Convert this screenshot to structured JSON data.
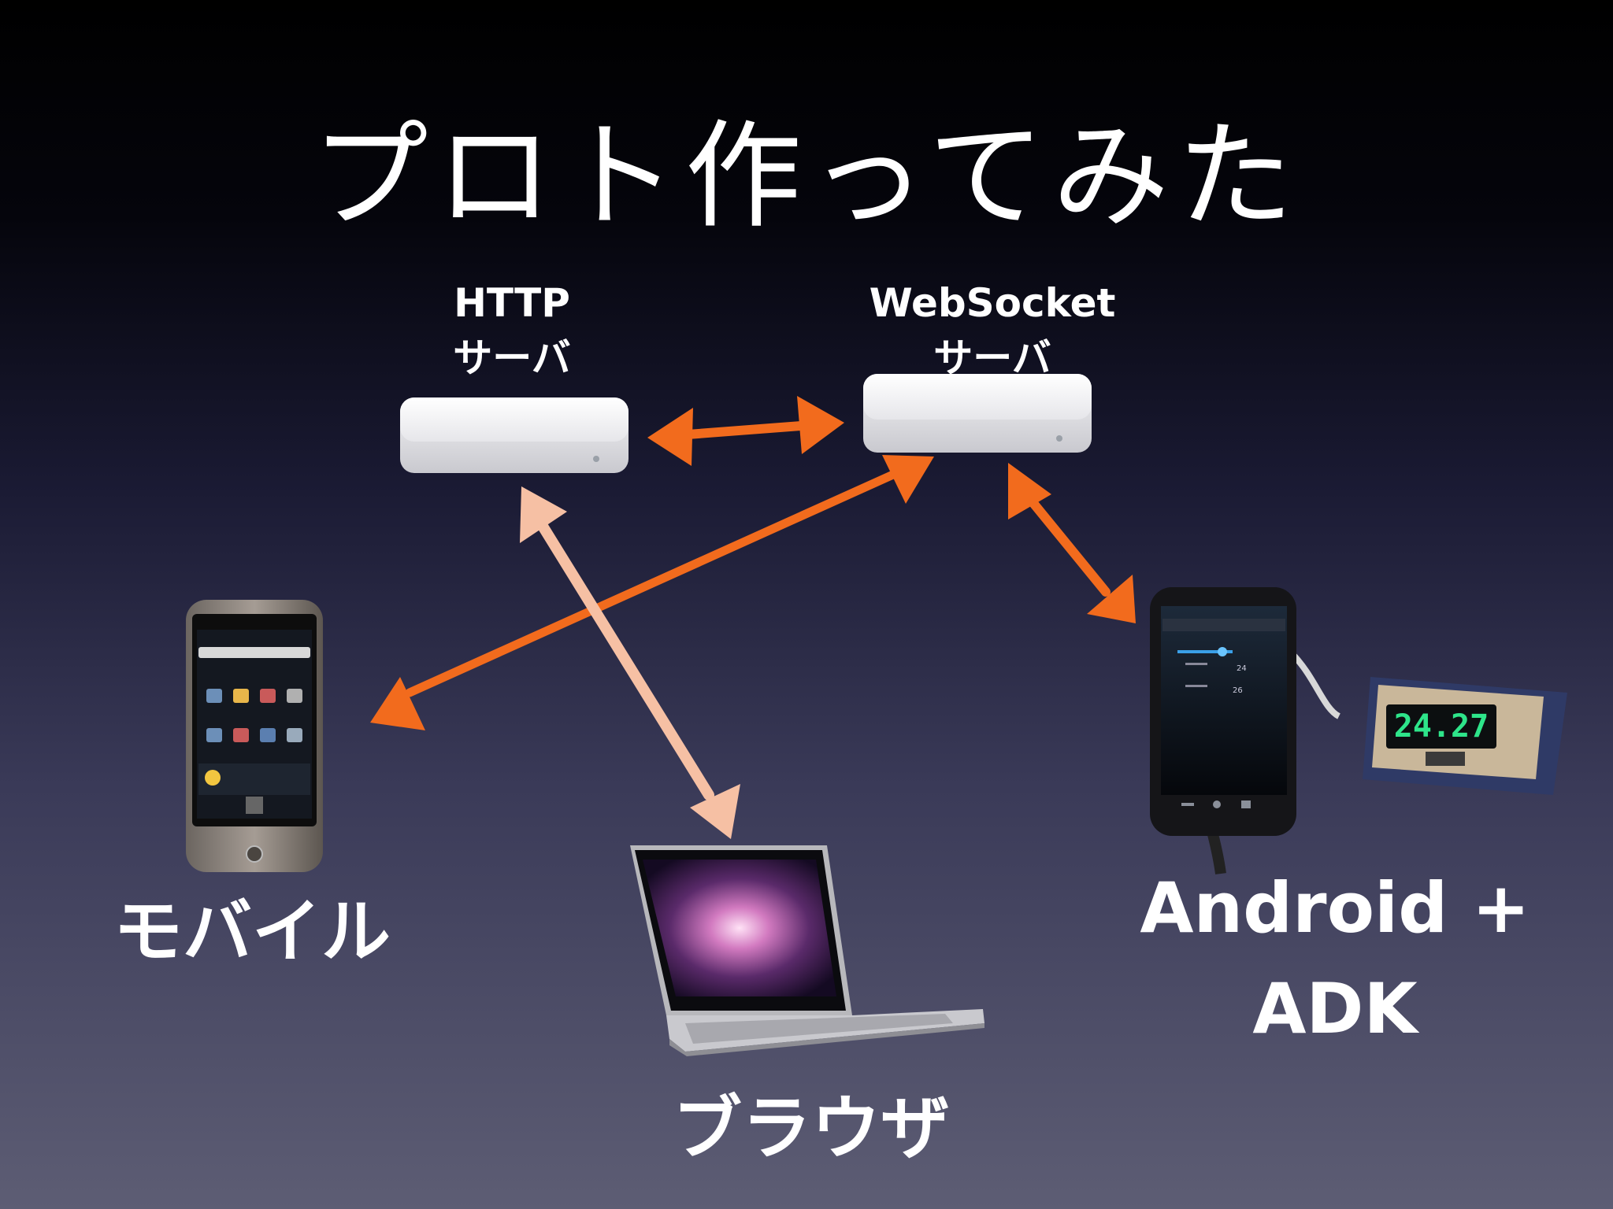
{
  "slide": {
    "title": "プロト作ってみた"
  },
  "nodes": {
    "http_server": {
      "line1": "HTTP",
      "line2": "サーバ"
    },
    "websocket_server": {
      "line1": "WebSocket",
      "line2": "サーバ"
    },
    "mobile": {
      "label": "モバイル"
    },
    "browser": {
      "label": "ブラウザ"
    },
    "android_adk": {
      "line1": "Android +",
      "line2": "ADK"
    }
  },
  "device_screens": {
    "adk_display": "24.27",
    "android_row1_value": "24",
    "android_row2_value": "26"
  },
  "colors": {
    "arrow_orange": "#f26b1d",
    "arrow_peach": "#f6c0a4"
  },
  "connections": [
    {
      "from": "http_server",
      "to": "websocket_server",
      "style": "bidirectional"
    },
    {
      "from": "websocket_server",
      "to": "mobile",
      "style": "bidirectional"
    },
    {
      "from": "websocket_server",
      "to": "android_adk",
      "style": "bidirectional"
    },
    {
      "from": "http_server",
      "to": "browser",
      "style": "bidirectional"
    }
  ]
}
